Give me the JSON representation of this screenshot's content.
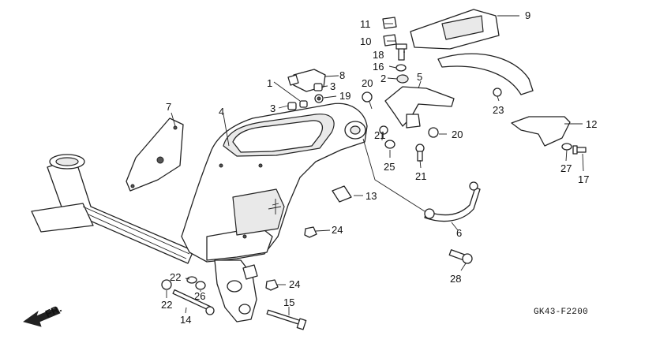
{
  "diagram": {
    "drawing_code": "GK43-F2200",
    "direction_marker": "FR.",
    "callouts": {
      "c1": "1",
      "c2": "2",
      "c3a": "3",
      "c3b": "3",
      "c4": "4",
      "c5": "5",
      "c6": "6",
      "c7": "7",
      "c8": "8",
      "c9": "9",
      "c10": "10",
      "c11": "11",
      "c12": "12",
      "c13": "13",
      "c14": "14",
      "c15": "15",
      "c16": "16",
      "c17": "17",
      "c18": "18",
      "c19": "19",
      "c20a": "20",
      "c20b": "20",
      "c21a": "21",
      "c21b": "21",
      "c22a": "22",
      "c22b": "22",
      "c23": "23",
      "c24a": "24",
      "c24b": "24",
      "c25": "25",
      "c26": "26",
      "c27": "27",
      "c28": "28"
    }
  }
}
